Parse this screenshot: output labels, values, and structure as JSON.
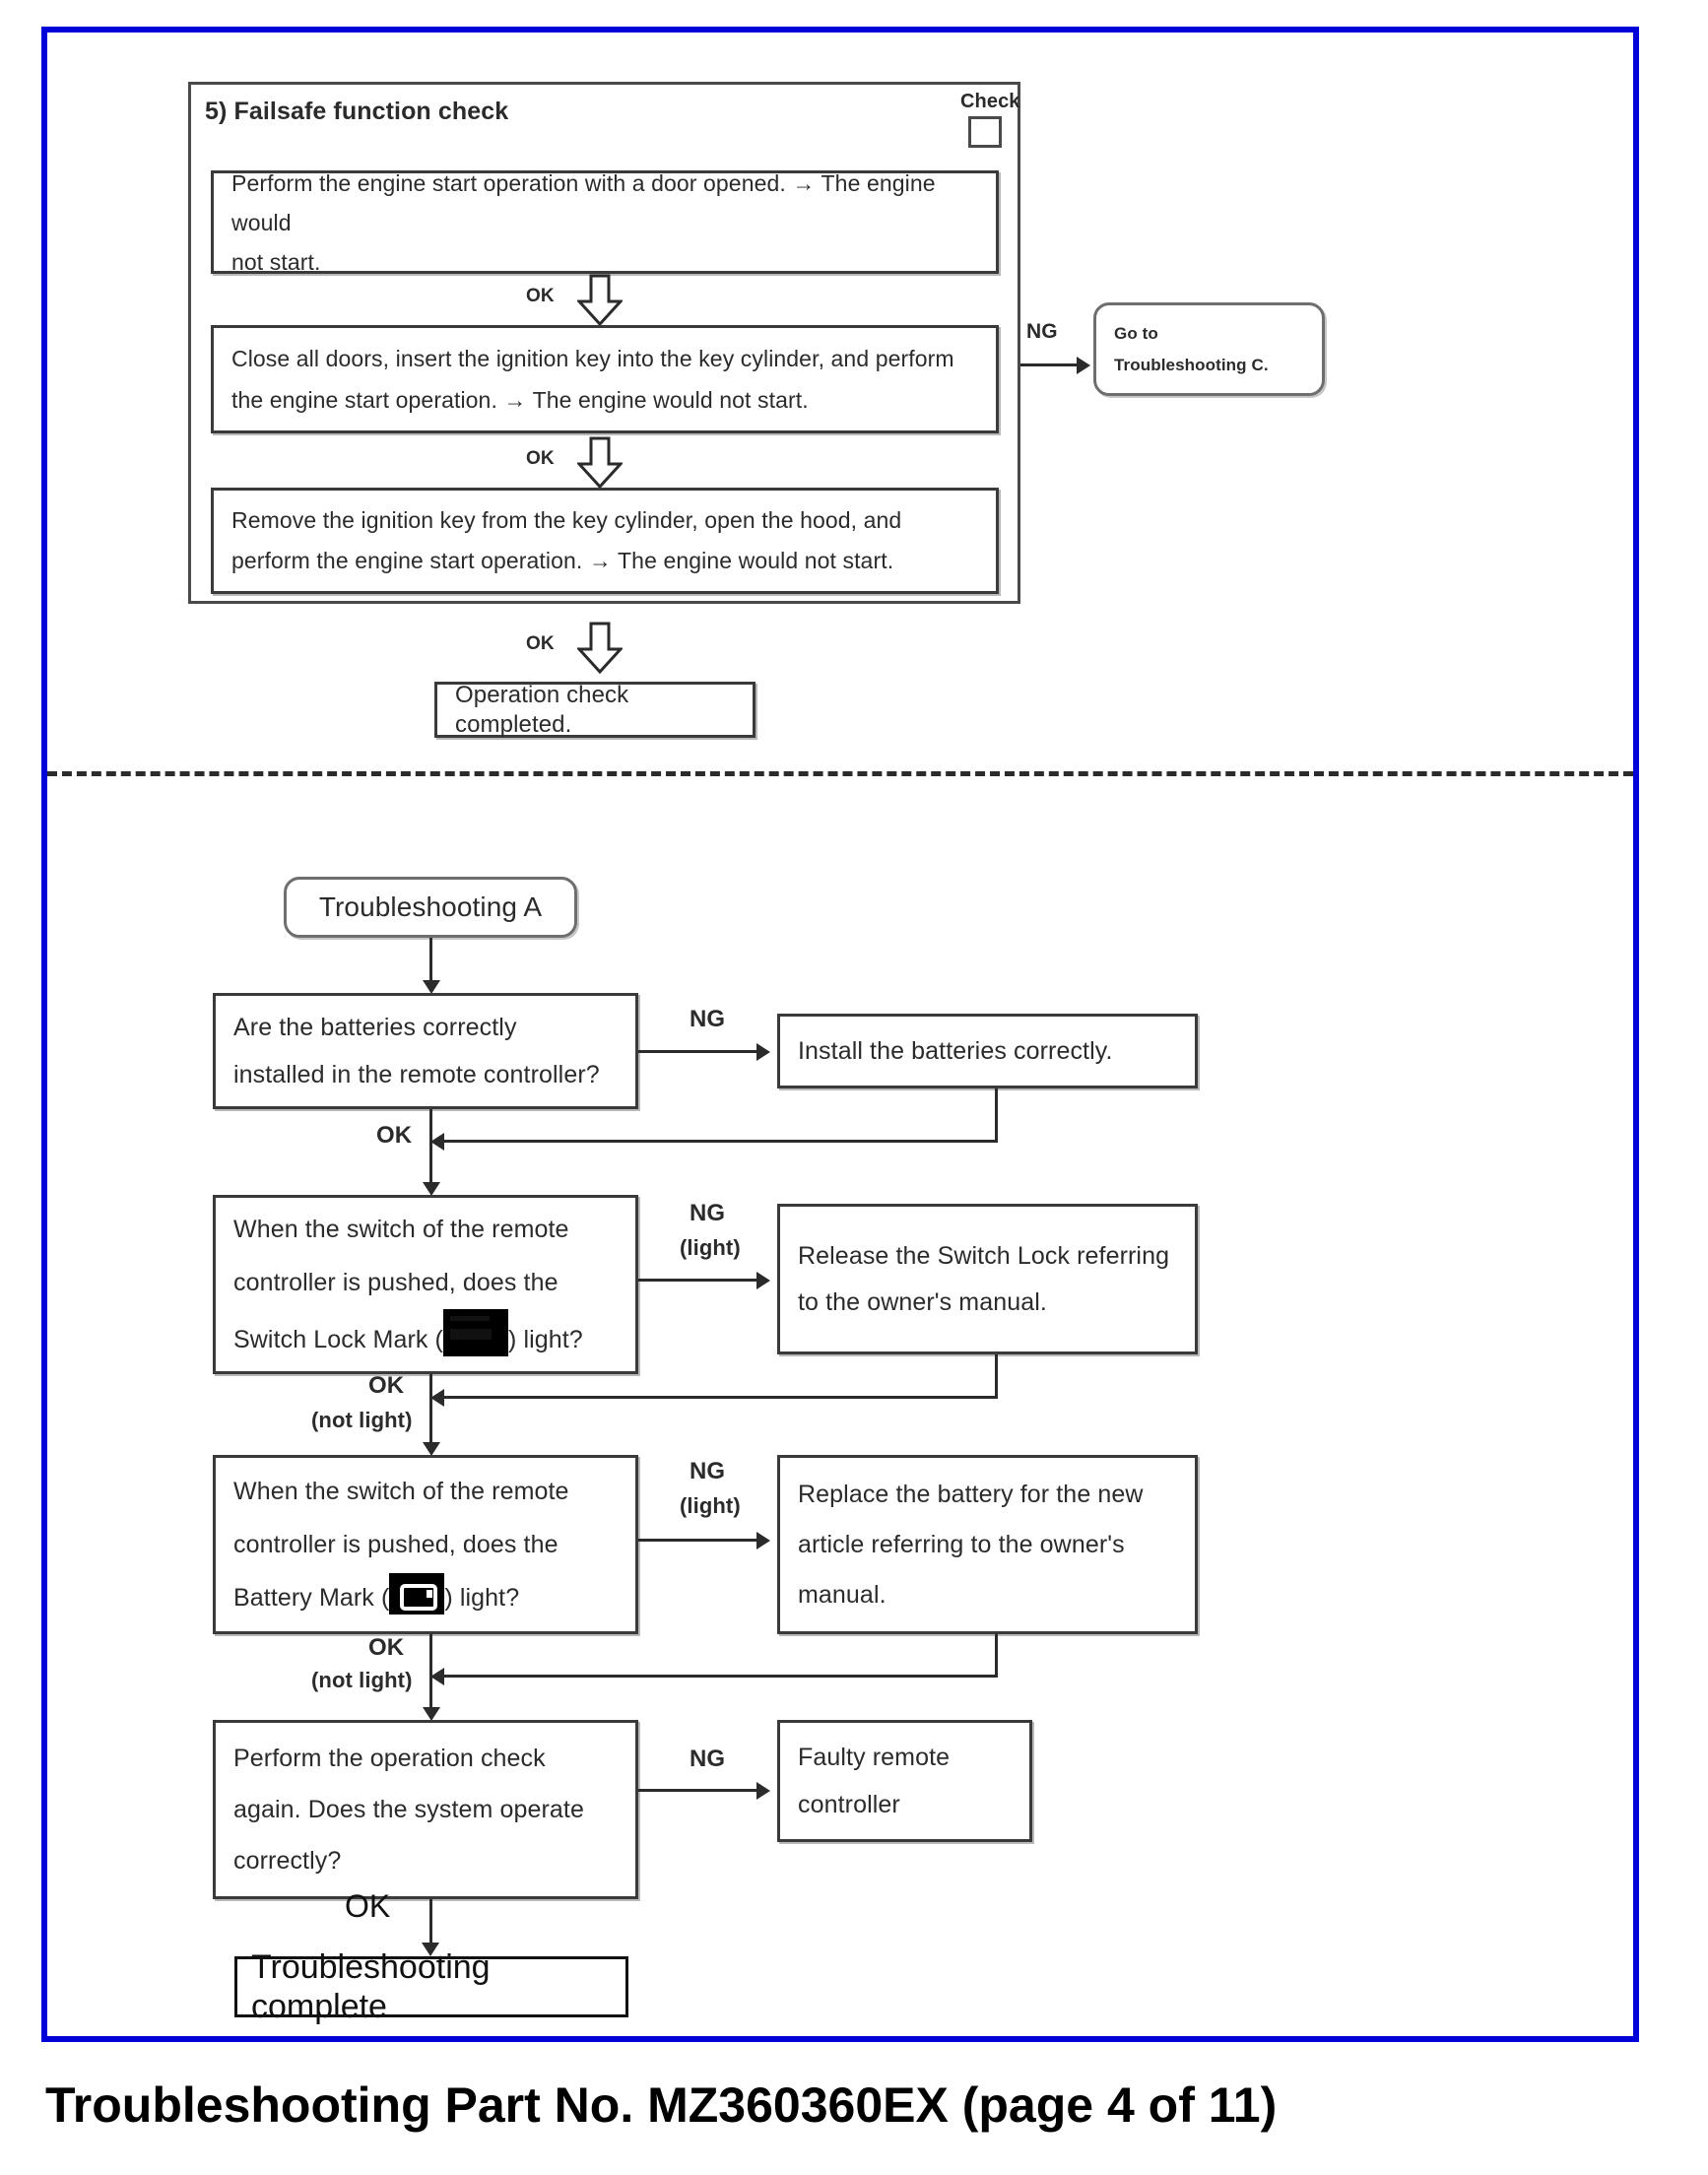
{
  "document": {
    "caption": "Troubleshooting Part No. MZ360360EX (page 4 of 11)",
    "border_color": "#0000d8"
  },
  "section_top": {
    "heading": "5) Failsafe function check",
    "check_label": "Check",
    "steps": [
      {
        "line1": "Perform the engine start operation with a door opened. → The engine would",
        "line2": "not start."
      },
      {
        "line1": "Close all doors, insert the ignition key into the key cylinder, and perform",
        "line2": "the engine start operation. → The engine would not start."
      },
      {
        "line1": "Remove the ignition key from the key cylinder, open the hood, and",
        "line2": "perform the engine start operation. → The engine would not start."
      }
    ],
    "ok_labels": [
      "OK",
      "OK",
      "OK"
    ],
    "ng_label": "NG",
    "goto_box": {
      "line1": "Go to",
      "line2": "Troubleshooting C."
    },
    "result_box": "Operation check completed."
  },
  "section_bottom": {
    "start_node": "Troubleshooting A",
    "steps": [
      {
        "question_lines": [
          "Are the batteries correctly",
          "installed in the remote controller?"
        ],
        "ng_label": "NG",
        "ng_sub": "",
        "action_lines": [
          "Install the batteries correctly."
        ],
        "ok_label": "OK",
        "ok_sub": ""
      },
      {
        "question_lines": [
          "When the switch of the remote",
          "controller is pushed, does the",
          "Switch Lock Mark ("
        ],
        "question_tail": ") light?",
        "mark_icon": "switch-lock-mark-icon",
        "ng_label": "NG",
        "ng_sub": "(light)",
        "action_lines": [
          "Release the Switch Lock referring",
          "to the owner's manual."
        ],
        "ok_label": "OK",
        "ok_sub": "(not light)"
      },
      {
        "question_lines": [
          "When the switch of the remote",
          "controller is pushed, does the",
          "Battery Mark ("
        ],
        "question_tail": ") light?",
        "mark_icon": "battery-mark-icon",
        "ng_label": "NG",
        "ng_sub": "(light)",
        "action_lines": [
          "Replace the battery for the new",
          "article referring to the owner's",
          "manual."
        ],
        "ok_label": "OK",
        "ok_sub": "(not light)"
      },
      {
        "question_lines": [
          "Perform the operation check",
          "again. Does the system operate",
          "correctly?"
        ],
        "ng_label": "NG",
        "ng_sub": "",
        "action_lines": [
          "Faulty remote",
          "controller"
        ],
        "ok_label": "OK",
        "ok_sub": ""
      }
    ],
    "end_node": "Troubleshooting complete"
  }
}
